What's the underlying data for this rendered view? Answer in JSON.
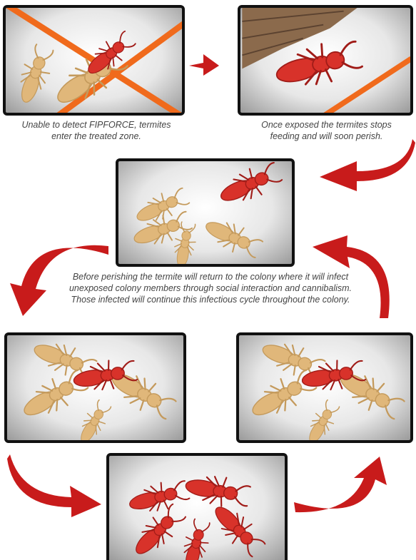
{
  "captions": {
    "step1": "Unable to detect FIPFORCE, termites enter the treated zone.",
    "step2": "Once exposed the termites stops feeding and will soon perish.",
    "step3": "Before perishing the termite will return to the colony where it will infect unexposed colony members through social interaction and cannibalism. Those infected will continue this infectious cycle throughout the colony."
  },
  "colors": {
    "healthy_termite": "#e0b77a",
    "infected_termite": "#d8322a",
    "treated_zone_line": "#f06a1c",
    "arrow": "#c81b1b",
    "panel_border": "#111111"
  },
  "icons": [
    "termite-icon",
    "infected-termite-icon",
    "curved-arrow-icon",
    "wood-icon"
  ]
}
